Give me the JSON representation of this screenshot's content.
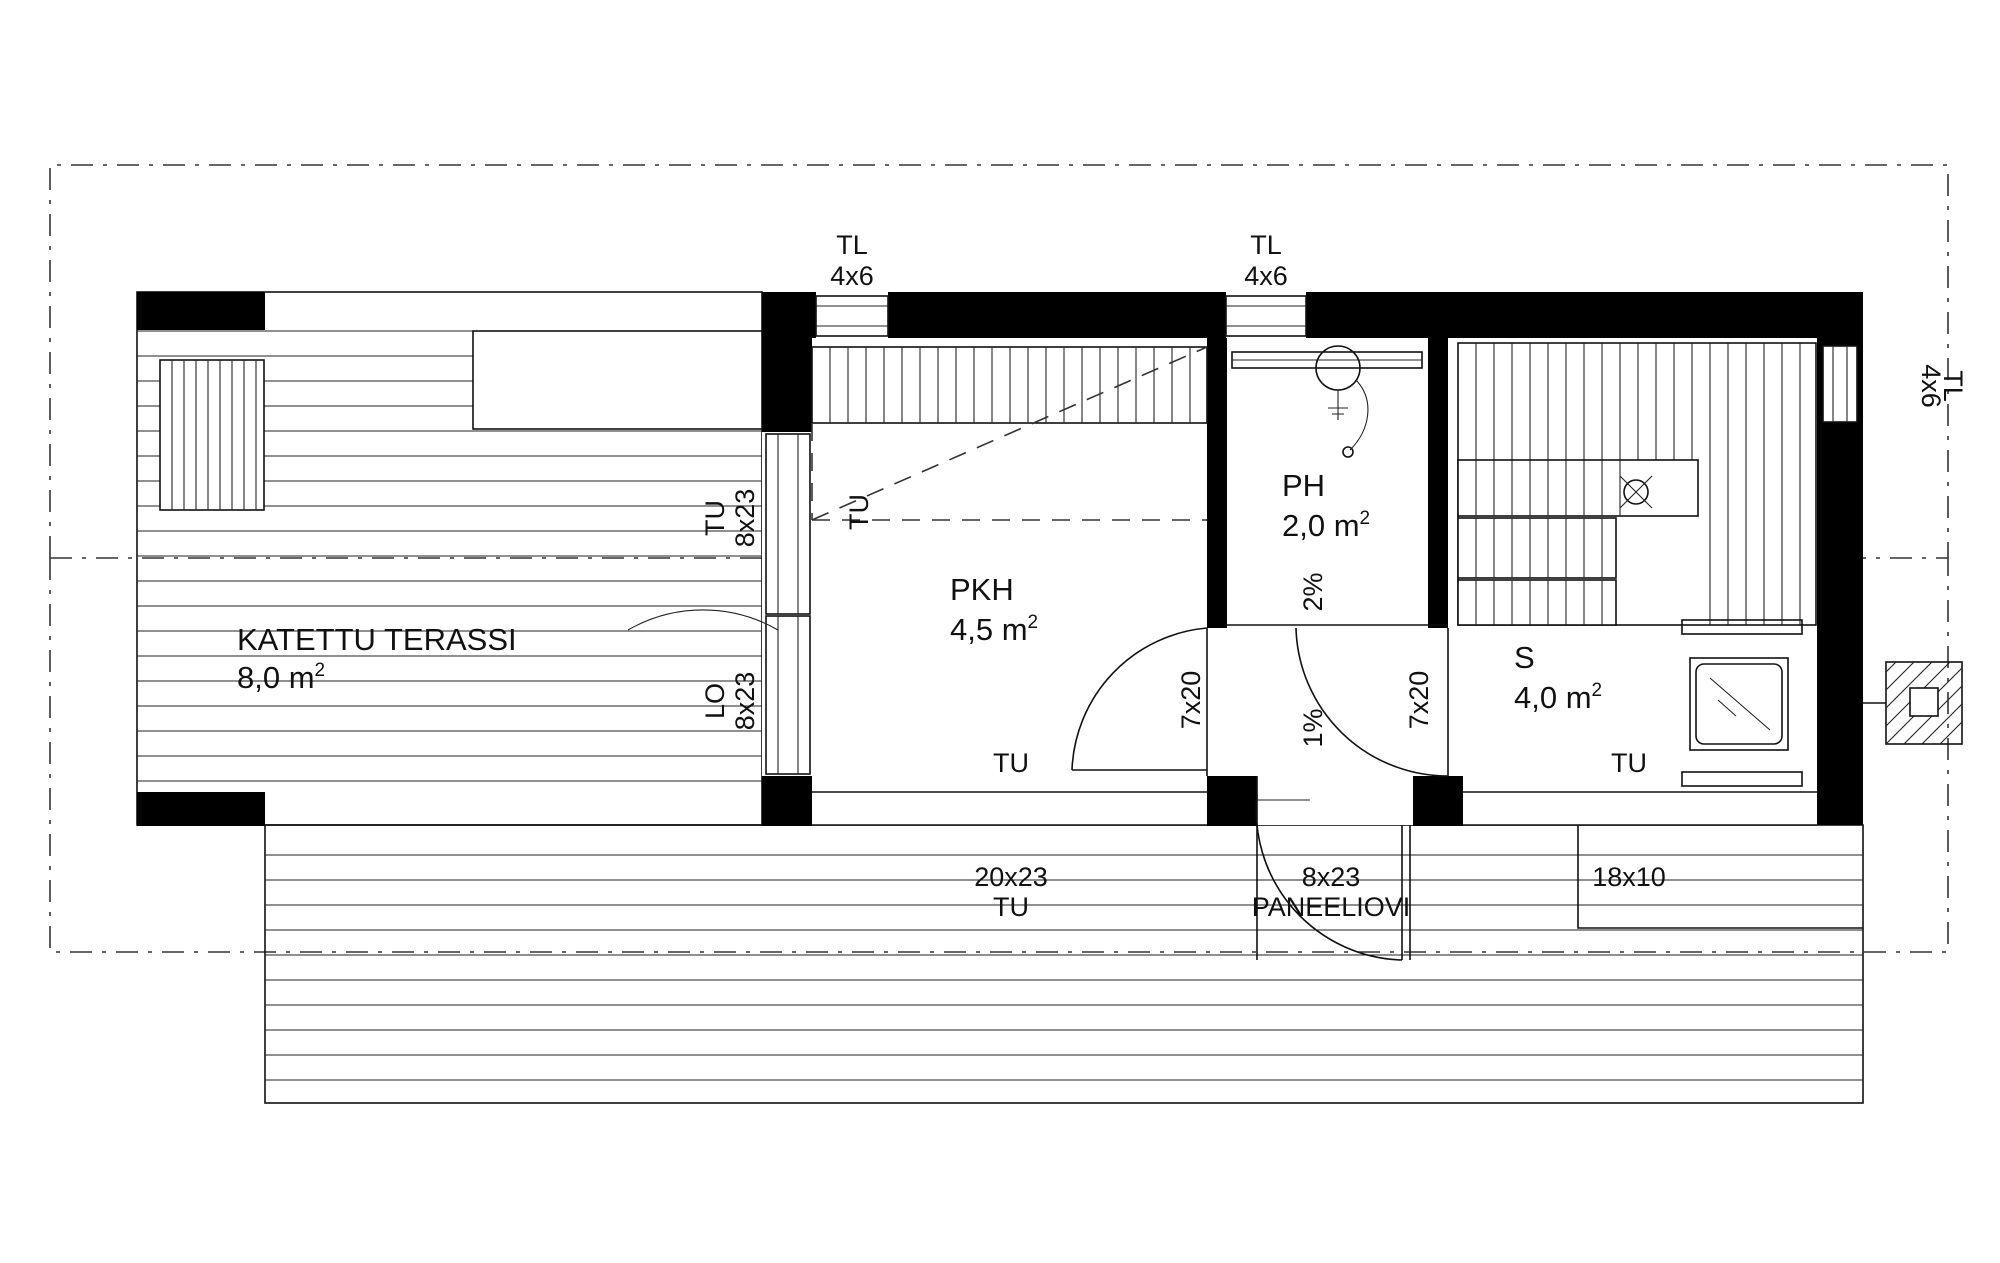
{
  "rooms": {
    "terrace": {
      "name": "KATETTU TERASSI",
      "area": "8,0 m",
      "sup": "2"
    },
    "pkh": {
      "name": "PKH",
      "area": "4,5 m",
      "sup": "2"
    },
    "ph": {
      "name": "PH",
      "area": "2,0 m",
      "sup": "2"
    },
    "sauna": {
      "name": "S",
      "area": "4,0 m",
      "sup": "2"
    }
  },
  "windows": {
    "tl1": {
      "type": "TL",
      "size": "4x6"
    },
    "tl2": {
      "type": "TL",
      "size": "4x6"
    },
    "tl3": {
      "type": "TL",
      "size": "4x6"
    },
    "tu_left": {
      "type": "TU",
      "size": "8x23"
    },
    "lo_left": {
      "type": "LO",
      "size": "8x23"
    },
    "tu_front": {
      "size": "20x23",
      "type": "TU"
    },
    "panel_door": {
      "size": "8x23",
      "type": "PANEELIOVI"
    },
    "bench_dim": "18x10"
  },
  "doors": {
    "door1": "7x20",
    "door2": "7x20"
  },
  "labels": {
    "tu_pkh_rot": "TU",
    "tu_pkh_bottom": "TU",
    "tu_sauna_bottom": "TU",
    "slope1": "2%",
    "slope2": "1%"
  }
}
